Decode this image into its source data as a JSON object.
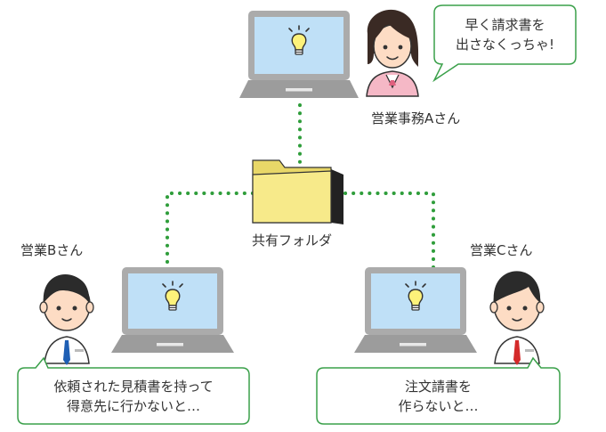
{
  "colors": {
    "connector": "#2e9d3a",
    "bubble_border": "#3aa04a",
    "screen": "#bfe0f7",
    "laptop": "#a8a8a8",
    "folder": "#f7ea8a"
  },
  "person_a": {
    "label": "営業事務Aさん",
    "speech": [
      "早く請求書を",
      "出さなくっちゃ!"
    ]
  },
  "person_b": {
    "label": "営業Bさん",
    "speech": [
      "依頼された見積書を持って",
      "得意先に行かないと…"
    ]
  },
  "person_c": {
    "label": "営業Cさん",
    "speech": [
      "注文請書を",
      "作らないと…"
    ]
  },
  "folder": {
    "label": "共有フォルダ",
    "icon": "folder-icon"
  },
  "icons": [
    "laptop-icon",
    "lightbulb-icon",
    "person-icon",
    "folder-icon"
  ]
}
